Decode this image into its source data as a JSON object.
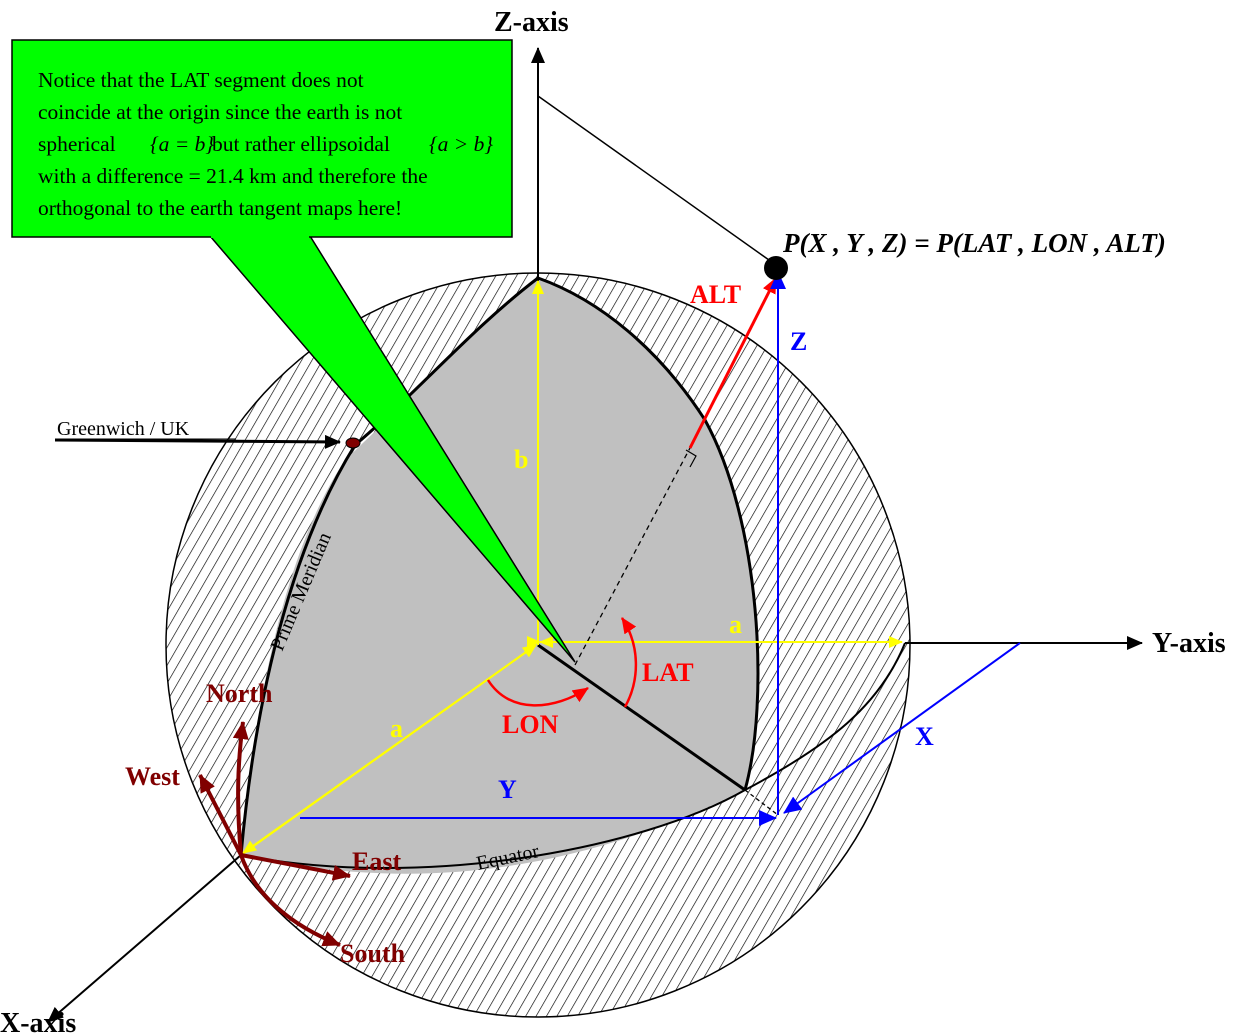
{
  "note": {
    "line1": "Notice that the LAT segment does not",
    "line2": "coincide at the origin since the earth is not",
    "line3_a": "spherical",
    "line3_math1": "{a = b}",
    "line3_b": "but rather ellipsoidal",
    "line3_math2": "{a > b}",
    "line4": "with a difference = 21.4 km and therefore the",
    "line5": "orthogonal to the earth tangent maps here!"
  },
  "axes": {
    "z": "Z-axis",
    "y": "Y-axis",
    "x": "X-axis"
  },
  "point_label": "P(X , Y , Z) = P(LAT , LON , ALT)",
  "labels": {
    "alt": "ALT",
    "z": "Z",
    "x": "X",
    "y": "Y",
    "b": "b",
    "a_top": "a",
    "a_left": "a",
    "lat": "LAT",
    "lon": "LON",
    "greenwich": "Greenwich / UK",
    "prime_meridian": "Prime Meridian",
    "equator": "Equator",
    "north": "North",
    "west": "West",
    "east": "East",
    "south": "South"
  },
  "colors": {
    "callout_fill": "#00ff00",
    "earth_fill": "#c0c0c0",
    "yellow": "#ffff00",
    "red": "#ff0000",
    "blue": "#0000ff",
    "maroon": "#800000",
    "black": "#000000"
  }
}
